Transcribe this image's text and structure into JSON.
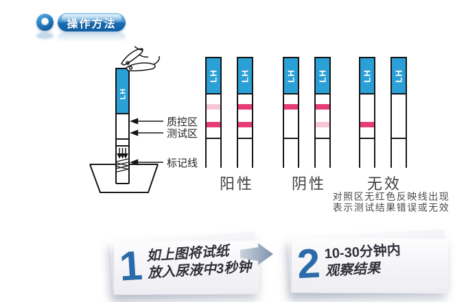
{
  "header": {
    "badge_label": "操作方法"
  },
  "diagram": {
    "strip_label": "LH",
    "annotations": [
      "质控区",
      "测试区",
      "标记线"
    ]
  },
  "results": {
    "strip_label": "LH",
    "groups": [
      {
        "label": "阳性",
        "strips": [
          {
            "control": "faint",
            "test": "strong"
          },
          {
            "control": "strong",
            "test": "strong"
          }
        ]
      },
      {
        "label": "阴性",
        "strips": [
          {
            "control": "strong",
            "test": "none"
          },
          {
            "control": "strong",
            "test": "faint"
          }
        ]
      },
      {
        "label": "无效",
        "strips": [
          {
            "control": "none",
            "test": "strong"
          },
          {
            "control": "none",
            "test": "none"
          }
        ]
      }
    ],
    "invalid_note": [
      "对照区无红色反映线出现",
      "表示测试结果错误或无效"
    ]
  },
  "steps": [
    {
      "number": "1",
      "lines": [
        "如上图将试纸",
        "放入尿液中3秒钟"
      ]
    },
    {
      "number": "2",
      "lines": [
        "10-30分钟内",
        "观察结果"
      ]
    }
  ],
  "colors": {
    "strip_blue": "#2aa0d6",
    "line_strong": "#e73d77",
    "line_faint": "#f7c6d9",
    "badge_blue": "#1061a5",
    "step_number_blue": "#2b6ba9"
  }
}
